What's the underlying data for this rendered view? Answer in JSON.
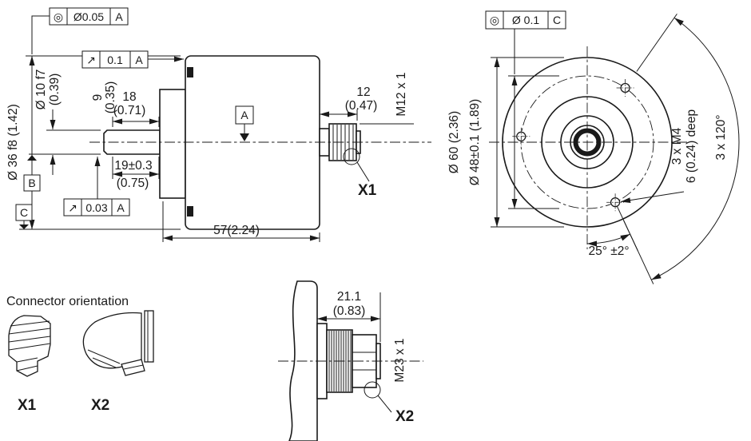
{
  "side_view": {
    "frame_concentricity": {
      "symbol": "◎",
      "tolerance": "Ø0.05",
      "datum": "A"
    },
    "frame_runout_top": {
      "symbol": "↗",
      "tolerance": "0.1",
      "datum": "A"
    },
    "frame_runout_bottom": {
      "symbol": "↗",
      "tolerance": "0.03",
      "datum": "A"
    },
    "datum_a": "A",
    "datum_b": "B",
    "datum_c": "C",
    "dim_body_diameter": "Ø 36 f8 (1.42)",
    "dim_shaft_diameter": "Ø 10 f7",
    "dim_shaft_diameter_inch": "(0.39)",
    "dim_9": "9",
    "dim_9_inch": "(0.35)",
    "dim_18": "18",
    "dim_18_inch": "(0.71)",
    "dim_19": "19±0.3",
    "dim_19_inch": "(0.75)",
    "dim_57": "57(2.24)",
    "dim_12": "12",
    "dim_12_inch": "(0.47)",
    "thread_m12": "M12 x 1",
    "connector_label": "X1"
  },
  "front_view": {
    "frame_position": {
      "symbol": "◎",
      "tolerance": "Ø 0.1",
      "datum": "C"
    },
    "dim_flange_diameter": "Ø 60 (2.36)",
    "dim_bolt_circle": "Ø 48±0.1 (1.89)",
    "holes_thread": "3 x M4",
    "holes_depth": "6 (0.24) deep",
    "holes_spacing": "3 x 120°",
    "hole_angle": "25° ±2°"
  },
  "connector_detail": {
    "dim_length": "21.1",
    "dim_length_inch": "(0.83)",
    "thread_m23": "M23 x 1",
    "connector_label": "X2"
  },
  "legend": {
    "title": "Connector orientation",
    "x1_label": "X1",
    "x2_label": "X2"
  },
  "colors": {
    "line": "#1a1a1a",
    "background": "#ffffff"
  }
}
